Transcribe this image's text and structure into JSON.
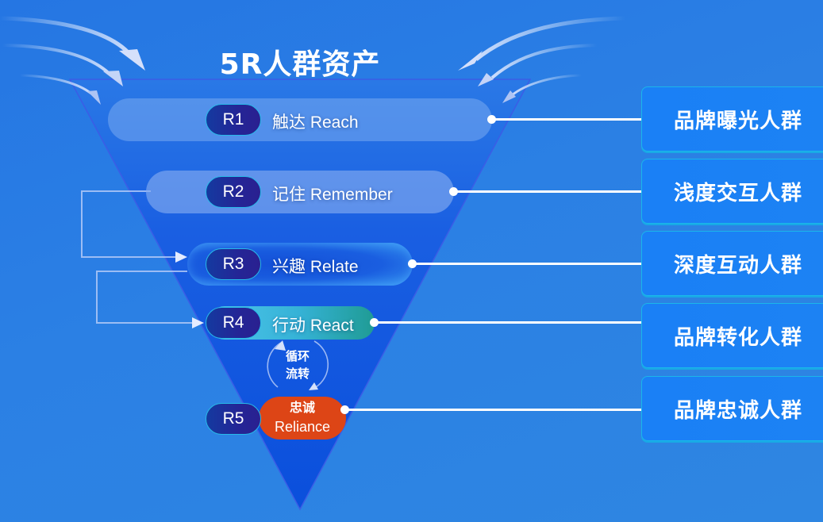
{
  "title": "5R人群资产",
  "stages": [
    {
      "code": "R1",
      "label": "触达 Reach"
    },
    {
      "code": "R2",
      "label": "记住 Remember"
    },
    {
      "code": "R3",
      "label": "兴趣 Relate"
    },
    {
      "code": "R4",
      "label": "行动 React"
    },
    {
      "code": "R5",
      "label_cn": "忠诚",
      "label_en": "Reliance"
    }
  ],
  "cycle": {
    "line1": "循环",
    "line2": "流转"
  },
  "segments": [
    {
      "label": "品牌曝光人群"
    },
    {
      "label": "浅度交互人群"
    },
    {
      "label": "深度互动人群"
    },
    {
      "label": "品牌转化人群"
    },
    {
      "label": "品牌忠诚人群"
    }
  ],
  "colors": {
    "background": "#2a7fe4",
    "funnel": "#0a4fdc",
    "code_pill": "#242596",
    "code_pill_border": "#27b9e8",
    "react_band": "#35b2d6",
    "reliance_band": "#dd4516",
    "segment_card": "#1a80f6",
    "segment_border": "#1bb6ea"
  }
}
